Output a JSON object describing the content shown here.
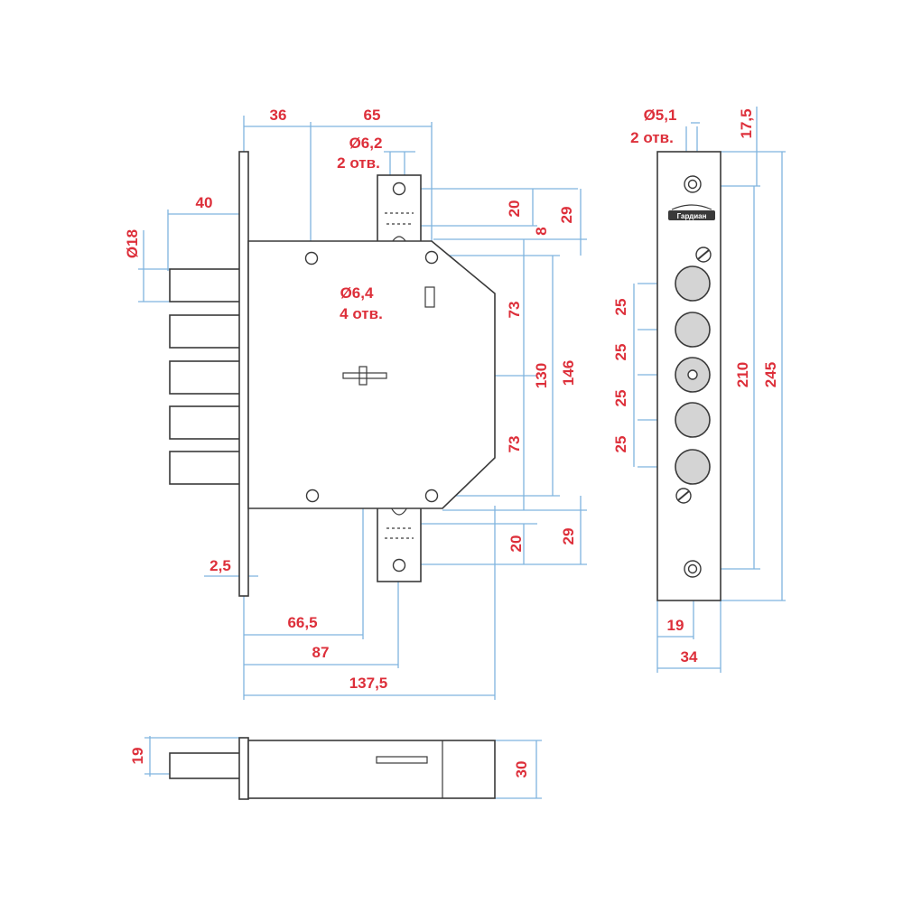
{
  "front_view": {
    "dim_top_36": "36",
    "dim_top_65": "65",
    "hole_top": {
      "diameter": "Ø6,2",
      "count": "2 отв."
    },
    "dim_bolt_protrusion": "40",
    "dim_bolt_diameter": "Ø18",
    "hole_body": {
      "diameter": "Ø6,4",
      "count": "4 отв."
    },
    "dim_faceplate_thickness": "2,5",
    "dim_20_top": "20",
    "dim_8": "8",
    "dim_29_top": "29",
    "dim_73_top": "73",
    "dim_130": "130",
    "dim_146": "146",
    "dim_73_bottom": "73",
    "dim_29_bottom": "29",
    "dim_20_bottom": "20",
    "dim_backset": "66,5",
    "dim_87": "87",
    "dim_total_width": "137,5"
  },
  "faceplate_view": {
    "hole": {
      "diameter": "Ø5,1",
      "count": "2 отв."
    },
    "dim_17_5": "17,5",
    "bolt_spacings": [
      "25",
      "25",
      "25",
      "25"
    ],
    "dim_210": "210",
    "dim_245": "245",
    "dim_19": "19",
    "dim_34": "34",
    "logo_text": "Гардиан"
  },
  "bottom_view": {
    "dim_19": "19",
    "dim_30": "30"
  },
  "colors": {
    "dimension_text": "#dd2f3a",
    "dimension_lines": "#7fb4df",
    "part_outline": "#3a3a3a",
    "bolt_fill": "#d4d4d4"
  }
}
